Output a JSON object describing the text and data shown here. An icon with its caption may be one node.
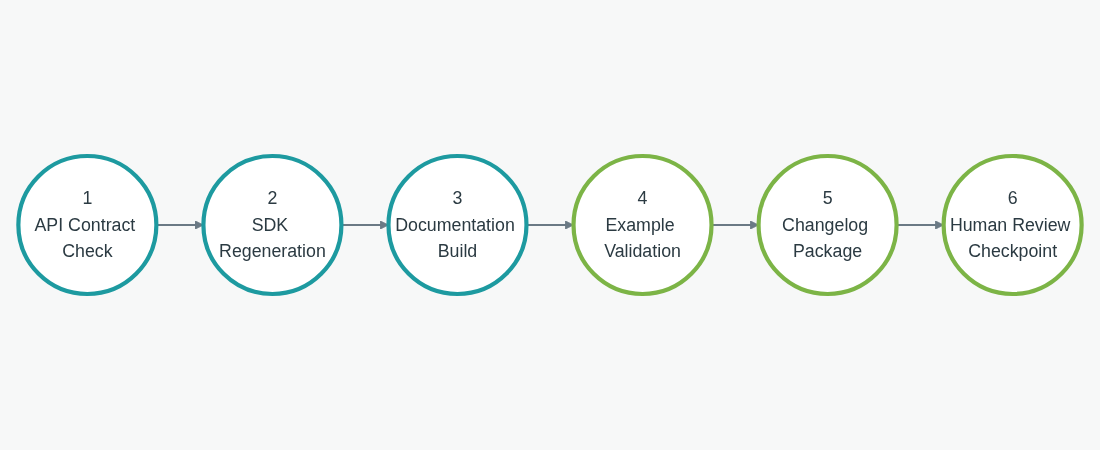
{
  "diagram": {
    "nodes": [
      {
        "text": [
          "1",
          "API Contract Check"
        ]
      },
      {
        "text": [
          "2",
          "SDK Regeneration"
        ]
      },
      {
        "text": [
          "3",
          "Documentation Build"
        ]
      },
      {
        "text": [
          "4",
          "Example Validation"
        ]
      },
      {
        "text": [
          "5",
          "Changelog Package"
        ]
      },
      {
        "text": [
          "6",
          "Human Review Checkpoint"
        ]
      }
    ],
    "edges": [
      {
        "from": 0,
        "to": 1,
        "arrow": "to"
      },
      {
        "from": 1,
        "to": 2,
        "arrow": "to"
      },
      {
        "from": 2,
        "to": 3,
        "arrow": "to"
      },
      {
        "from": 3,
        "to": 4,
        "arrow": "to"
      },
      {
        "from": 4,
        "to": 5,
        "arrow": "to"
      }
    ]
  }
}
